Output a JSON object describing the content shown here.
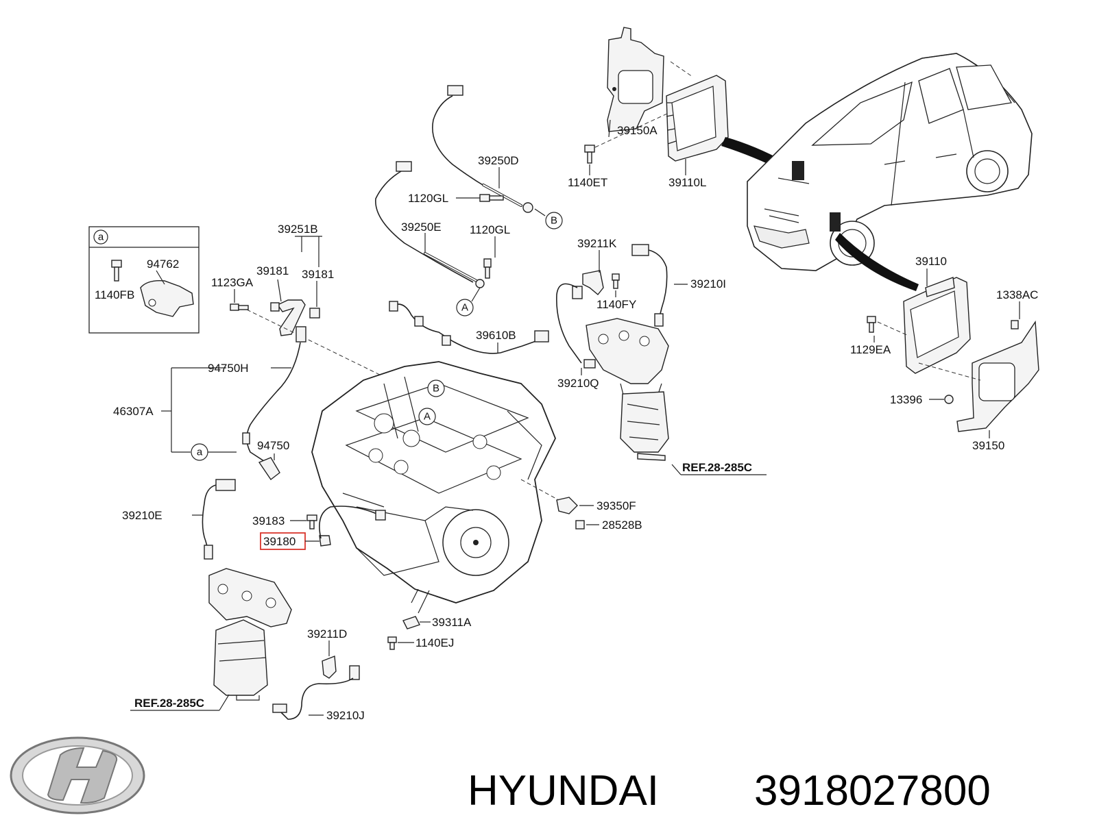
{
  "labels": {
    "p39150A": "39150A",
    "p1140ET": "1140ET",
    "p39110L": "39110L",
    "p39250D": "39250D",
    "p1120GL_a": "1120GL",
    "p39250E": "39250E",
    "p1120GL_b": "1120GL",
    "p39251B": "39251B",
    "p39181_a": "39181",
    "p39181_b": "39181",
    "p1123GA": "1123GA",
    "p94762": "94762",
    "p1140FB": "1140FB",
    "p39211K": "39211K",
    "p39210I": "39210I",
    "p1140FY": "1140FY",
    "p39610B": "39610B",
    "p39210Q": "39210Q",
    "p94750H": "94750H",
    "p46307A": "46307A",
    "p94750": "94750",
    "p39110": "39110",
    "p1338AC": "1338AC",
    "p1129EA": "1129EA",
    "p13396": "13396",
    "p39150": "39150",
    "p39350F": "39350F",
    "p28528B": "28528B",
    "p39210E": "39210E",
    "p39183": "39183",
    "p39180": "39180",
    "p39311A": "39311A",
    "p1140EJ": "1140EJ",
    "p39211D": "39211D",
    "p39210J": "39210J"
  },
  "refs": {
    "ref_right": "REF.28-285C",
    "ref_left": "REF.28-285C"
  },
  "markers": {
    "a_inset": "a",
    "a_harness": "a",
    "B_right": "B",
    "A_wire": "A",
    "B_engine": "B",
    "A_engine": "A"
  },
  "highlighted_part": "39180",
  "colors": {
    "highlight": "#d9342b"
  },
  "footer": {
    "brand": "HYUNDAI",
    "part_number": "3918027800"
  },
  "logo": {
    "icon": "hyundai-logo-icon"
  }
}
